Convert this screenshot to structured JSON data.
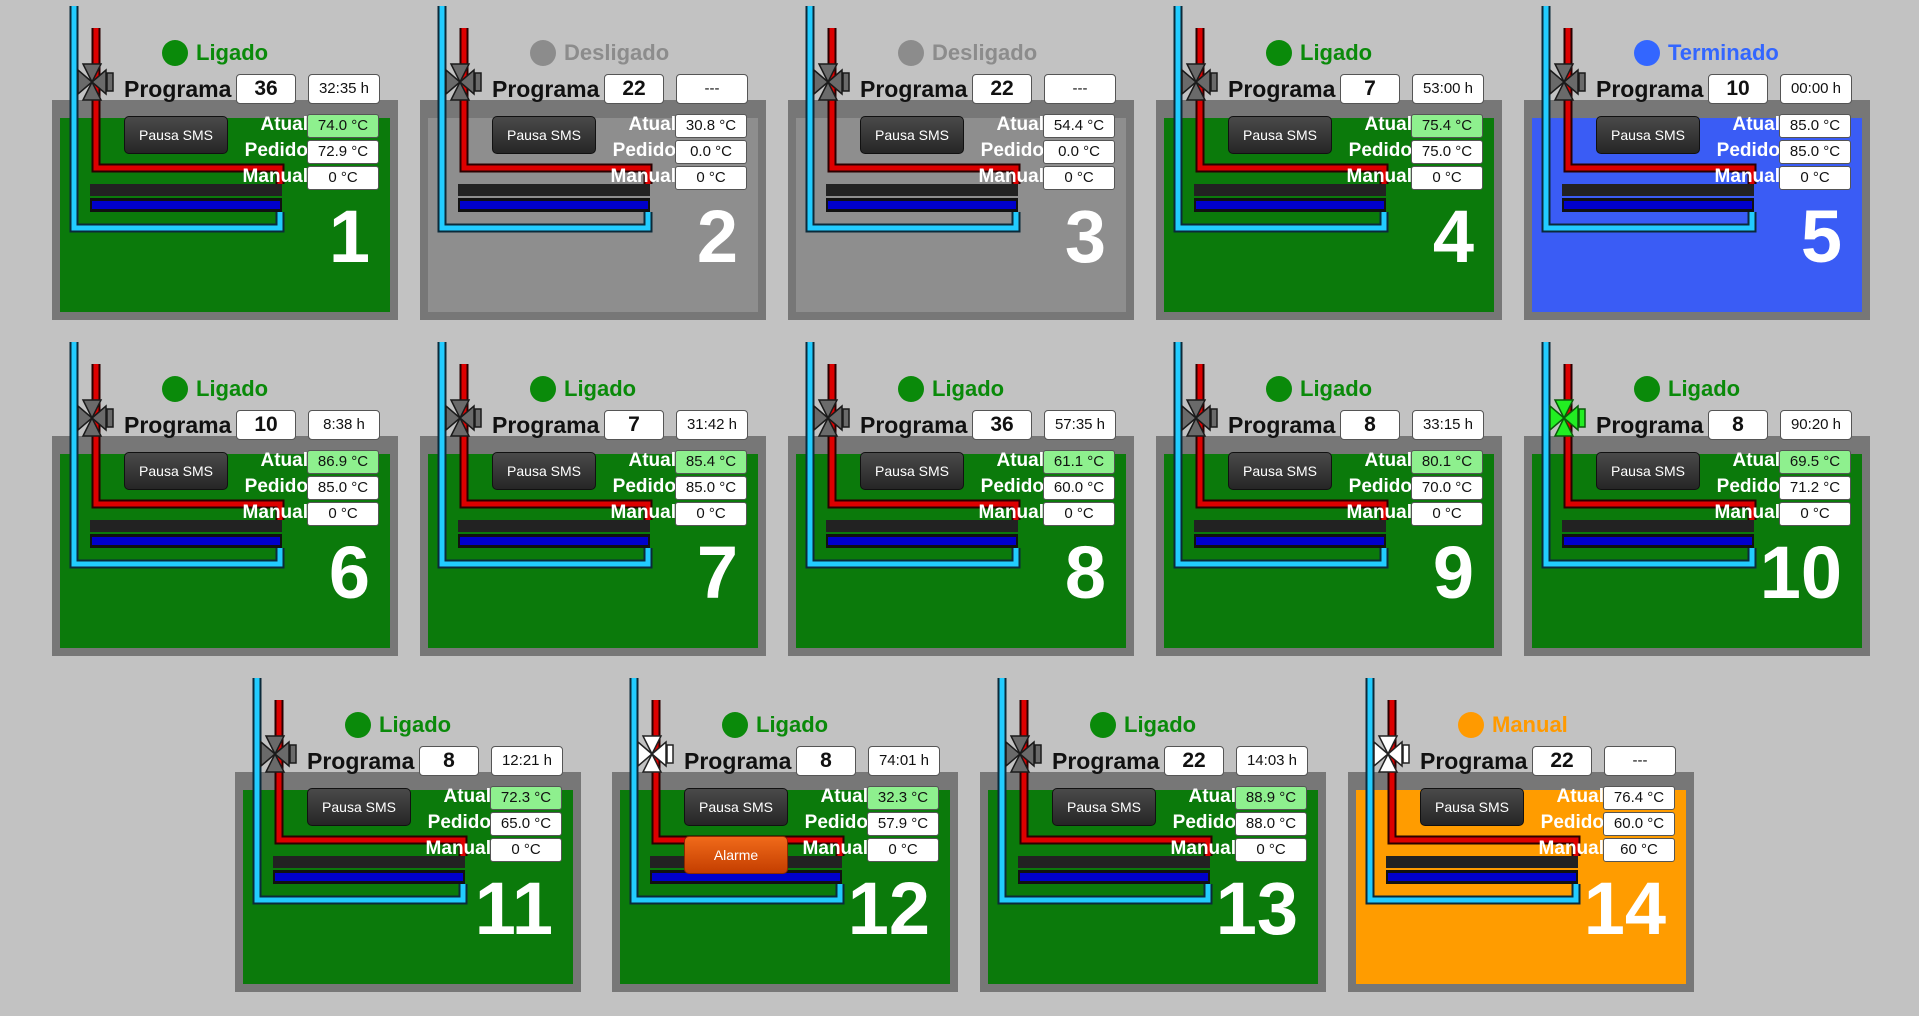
{
  "labels": {
    "programa": "Programa",
    "pause_sms": "Pausa SMS",
    "alarm": "Alarme",
    "atual": "Atual",
    "pedido": "Pedido",
    "manual": "Manual"
  },
  "colors": {
    "ligado": "#0a8a0a",
    "desligado": "#888888",
    "terminado": "#3366ff",
    "manual": "#ff9a00",
    "hot_pipe": "#dd0000",
    "cold_pipe": "#22ccff",
    "return_pipe": "#0000cc"
  },
  "tanks": [
    {
      "number": "1",
      "status": "Ligado",
      "status_color": "#0a8a0a",
      "fill": "#0b7a0b",
      "program": "36",
      "time": "32:35 h",
      "atual": "74.0 °C",
      "pedido": "72.9 °C",
      "manual": "0 °C",
      "atual_hl": true,
      "valve": "gray",
      "alarm": false
    },
    {
      "number": "2",
      "status": "Desligado",
      "status_color": "#8c8c8c",
      "fill": "#8e8e8e",
      "program": "22",
      "time": "---",
      "atual": "30.8 °C",
      "pedido": "0.0 °C",
      "manual": "0 °C",
      "atual_hl": false,
      "valve": "gray",
      "alarm": false
    },
    {
      "number": "3",
      "status": "Desligado",
      "status_color": "#8c8c8c",
      "fill": "#8e8e8e",
      "program": "22",
      "time": "---",
      "atual": "54.4 °C",
      "pedido": "0.0 °C",
      "manual": "0 °C",
      "atual_hl": false,
      "valve": "gray",
      "alarm": false
    },
    {
      "number": "4",
      "status": "Ligado",
      "status_color": "#0a8a0a",
      "fill": "#0b7a0b",
      "program": "7",
      "time": "53:00 h",
      "atual": "75.4 °C",
      "pedido": "75.0 °C",
      "manual": "0 °C",
      "atual_hl": true,
      "valve": "gray",
      "alarm": false
    },
    {
      "number": "5",
      "status": "Terminado",
      "status_color": "#3366ff",
      "fill": "#3a5cf5",
      "program": "10",
      "time": "00:00 h",
      "atual": "85.0 °C",
      "pedido": "85.0 °C",
      "manual": "0 °C",
      "atual_hl": false,
      "valve": "gray",
      "alarm": false
    },
    {
      "number": "6",
      "status": "Ligado",
      "status_color": "#0a8a0a",
      "fill": "#0b7a0b",
      "program": "10",
      "time": "8:38 h",
      "atual": "86.9 °C",
      "pedido": "85.0 °C",
      "manual": "0 °C",
      "atual_hl": true,
      "valve": "gray",
      "alarm": false
    },
    {
      "number": "7",
      "status": "Ligado",
      "status_color": "#0a8a0a",
      "fill": "#0b7a0b",
      "program": "7",
      "time": "31:42 h",
      "atual": "85.4 °C",
      "pedido": "85.0 °C",
      "manual": "0 °C",
      "atual_hl": true,
      "valve": "gray",
      "alarm": false
    },
    {
      "number": "8",
      "status": "Ligado",
      "status_color": "#0a8a0a",
      "fill": "#0b7a0b",
      "program": "36",
      "time": "57:35 h",
      "atual": "61.1 °C",
      "pedido": "60.0 °C",
      "manual": "0 °C",
      "atual_hl": true,
      "valve": "gray",
      "alarm": false
    },
    {
      "number": "9",
      "status": "Ligado",
      "status_color": "#0a8a0a",
      "fill": "#0b7a0b",
      "program": "8",
      "time": "33:15 h",
      "atual": "80.1 °C",
      "pedido": "70.0 °C",
      "manual": "0 °C",
      "atual_hl": true,
      "valve": "gray",
      "alarm": false
    },
    {
      "number": "10",
      "status": "Ligado",
      "status_color": "#0a8a0a",
      "fill": "#0b7a0b",
      "program": "8",
      "time": "90:20 h",
      "atual": "69.5 °C",
      "pedido": "71.2 °C",
      "manual": "0 °C",
      "atual_hl": true,
      "valve": "green",
      "alarm": false
    },
    {
      "number": "11",
      "status": "Ligado",
      "status_color": "#0a8a0a",
      "fill": "#0b7a0b",
      "program": "8",
      "time": "12:21 h",
      "atual": "72.3 °C",
      "pedido": "65.0 °C",
      "manual": "0 °C",
      "atual_hl": true,
      "valve": "gray",
      "alarm": false
    },
    {
      "number": "12",
      "status": "Ligado",
      "status_color": "#0a8a0a",
      "fill": "#0b7a0b",
      "program": "8",
      "time": "74:01 h",
      "atual": "32.3 °C",
      "pedido": "57.9 °C",
      "manual": "0 °C",
      "atual_hl": true,
      "valve": "white",
      "alarm": true
    },
    {
      "number": "13",
      "status": "Ligado",
      "status_color": "#0a8a0a",
      "fill": "#0b7a0b",
      "program": "22",
      "time": "14:03 h",
      "atual": "88.9 °C",
      "pedido": "88.0 °C",
      "manual": "0 °C",
      "atual_hl": true,
      "valve": "gray",
      "alarm": false
    },
    {
      "number": "14",
      "status": "Manual",
      "status_color": "#ff9a00",
      "fill": "#ff9c00",
      "program": "22",
      "time": "---",
      "atual": "76.4 °C",
      "pedido": "60.0 °C",
      "manual": "60 °C",
      "atual_hl": false,
      "valve": "white",
      "alarm": false
    }
  ]
}
